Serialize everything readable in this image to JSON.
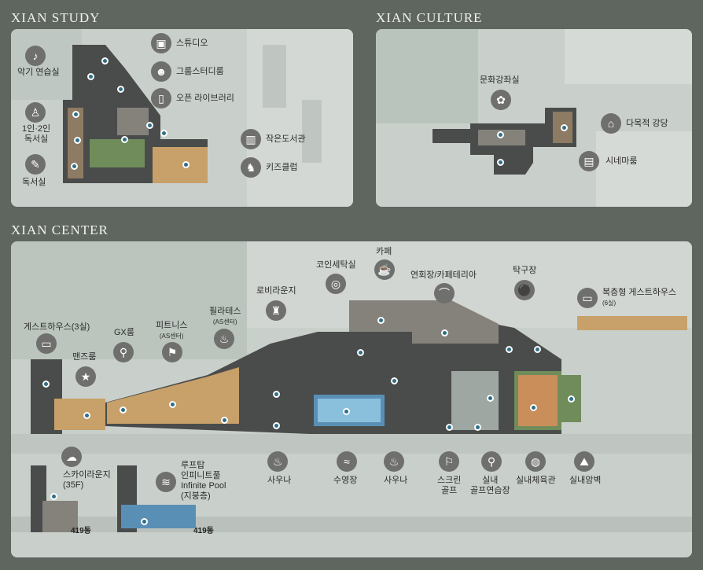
{
  "sections": {
    "study": {
      "title": "XIAN STUDY",
      "labels": {
        "music": "악기 연습실",
        "studio": "스튜디오",
        "group": "그룹스터디룸",
        "library": "오픈 라이브러리",
        "single": "1인·2인\n독서실",
        "small_lib": "작은도서관",
        "reading": "독서실",
        "kids": "키즈클럽"
      }
    },
    "culture": {
      "title": "XIAN CULTURE",
      "labels": {
        "lecture": "문화강좌실",
        "hall": "다목적 강당",
        "cinema": "시네마룸"
      }
    },
    "center": {
      "title": "XIAN CENTER",
      "labels": {
        "guesthouse": "게스트하우스(3실)",
        "mens": "맨즈룸",
        "gx": "GX룸",
        "fitness": "피트니스",
        "fitness_sub": "(AS센터)",
        "pilates": "필라테스",
        "pilates_sub": "(AS센터)",
        "lobby": "로비라운지",
        "coin": "코인세탁실",
        "cafe": "카페",
        "banquet": "연회장/카페테리아",
        "pingpong": "탁구장",
        "duplex": "복층형 게스트하우스",
        "duplex_sub": "(6실)",
        "sauna1": "사우나",
        "pool": "수영장",
        "sauna2": "사우나",
        "screen_golf": "스크린\n골프",
        "indoor_golf": "실내\n골프연습장",
        "gym": "실내체육관",
        "climbing": "실내암벽",
        "sky": "스카이라운지",
        "sky_sub": "(35F)",
        "rooftop": "루프탑\n인피니트풀\nInfinite Pool\n(지붕층)",
        "bldg1": "419동",
        "bldg2": "419동"
      }
    }
  },
  "icons": {
    "music": "guitar-icon",
    "studio": "camera-icon",
    "group": "people-icon",
    "library": "book-icon",
    "single": "desk-icon",
    "small_lib": "shelf-icon",
    "reading": "reading-icon",
    "kids": "rocking-horse-icon",
    "lecture": "palette-icon",
    "hall": "auditorium-icon",
    "cinema": "clapperboard-icon",
    "guesthouse": "bed-icon",
    "mens": "star-icon",
    "gx": "stretch-icon",
    "fitness": "treadmill-icon",
    "pilates": "pilates-icon",
    "lobby": "reception-icon",
    "coin": "washer-icon",
    "cafe": "coffee-icon",
    "banquet": "cloche-icon",
    "pingpong": "pingpong-icon",
    "duplex": "bed-icon",
    "sauna": "sauna-icon",
    "pool": "swimmer-icon",
    "screen_golf": "golf-screen-icon",
    "indoor_golf": "golfer-icon",
    "gym": "tennis-icon",
    "climbing": "climber-icon",
    "sky": "cloud-icon",
    "rooftop": "wave-icon"
  },
  "colors": {
    "background": "#5f6660",
    "panel": "#cdd3cf",
    "icon_bg": "#6f706d",
    "marker": "#2f6f86",
    "wood": "#c8a06a",
    "floor_dark": "#4a4c4b"
  }
}
